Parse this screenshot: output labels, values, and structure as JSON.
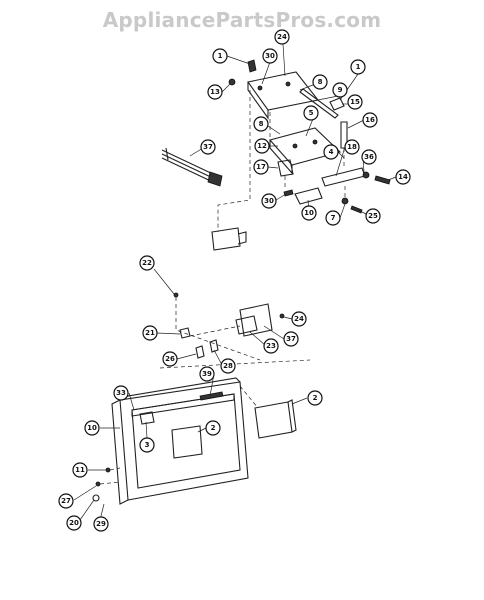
{
  "watermark": "AppliancePartsPros.com",
  "callouts": [
    {
      "id": "c1a",
      "label": "1"
    },
    {
      "id": "c30a",
      "label": "30"
    },
    {
      "id": "c24a",
      "label": "24"
    },
    {
      "id": "c8a",
      "label": "8"
    },
    {
      "id": "c9a",
      "label": "9"
    },
    {
      "id": "c1b",
      "label": "1"
    },
    {
      "id": "c13",
      "label": "13"
    },
    {
      "id": "c15",
      "label": "15"
    },
    {
      "id": "c16",
      "label": "16"
    },
    {
      "id": "c37a",
      "label": "37"
    },
    {
      "id": "c8b",
      "label": "8"
    },
    {
      "id": "c5",
      "label": "5"
    },
    {
      "id": "c12",
      "label": "12"
    },
    {
      "id": "c4",
      "label": "4"
    },
    {
      "id": "c18",
      "label": "18"
    },
    {
      "id": "c36",
      "label": "36"
    },
    {
      "id": "c14",
      "label": "14"
    },
    {
      "id": "c17",
      "label": "17"
    },
    {
      "id": "c30b",
      "label": "30"
    },
    {
      "id": "c10a",
      "label": "10"
    },
    {
      "id": "c7",
      "label": "7"
    },
    {
      "id": "c25",
      "label": "25"
    },
    {
      "id": "c22",
      "label": "22"
    },
    {
      "id": "c24b",
      "label": "24"
    },
    {
      "id": "c21",
      "label": "21"
    },
    {
      "id": "c37b",
      "label": "37"
    },
    {
      "id": "c23",
      "label": "23"
    },
    {
      "id": "c26",
      "label": "26"
    },
    {
      "id": "c28",
      "label": "28"
    },
    {
      "id": "c39",
      "label": "39"
    },
    {
      "id": "c33",
      "label": "33"
    },
    {
      "id": "c2a",
      "label": "2"
    },
    {
      "id": "c10b",
      "label": "10"
    },
    {
      "id": "c3",
      "label": "3"
    },
    {
      "id": "c2b",
      "label": "2"
    },
    {
      "id": "c11",
      "label": "11"
    },
    {
      "id": "c27",
      "label": "27"
    },
    {
      "id": "c20",
      "label": "20"
    },
    {
      "id": "c29",
      "label": "29"
    }
  ]
}
